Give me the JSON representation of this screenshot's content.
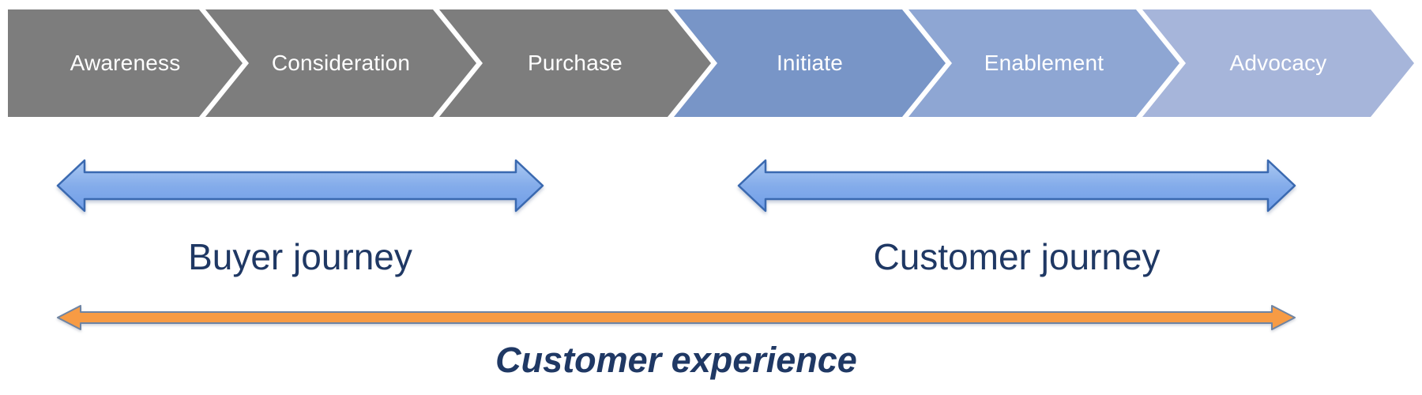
{
  "banner": {
    "stages": [
      {
        "label": "Awareness",
        "color": "#7D7D7D"
      },
      {
        "label": "Consideration",
        "color": "#7D7D7D"
      },
      {
        "label": "Purchase",
        "color": "#7D7D7D"
      },
      {
        "label": "Initiate",
        "color": "#7895C7"
      },
      {
        "label": "Enablement",
        "color": "#8EA6D3"
      },
      {
        "label": "Advocacy",
        "color": "#A6B5DA"
      }
    ],
    "stage_text_color": "#FFFFFF"
  },
  "annotations": {
    "buyer_journey": "Buyer journey",
    "customer_journey": "Customer journey",
    "customer_experience": "Customer experience"
  },
  "colors": {
    "label_text": "#1F3864",
    "blue_arrow_top": "#ABC9F2",
    "blue_arrow_mid": "#84ACEA",
    "blue_arrow_bottom": "#6F9DE8",
    "blue_arrow_border": "#3A69B0",
    "orange_fill": "#F79B44",
    "orange_border": "#6E84A3"
  }
}
